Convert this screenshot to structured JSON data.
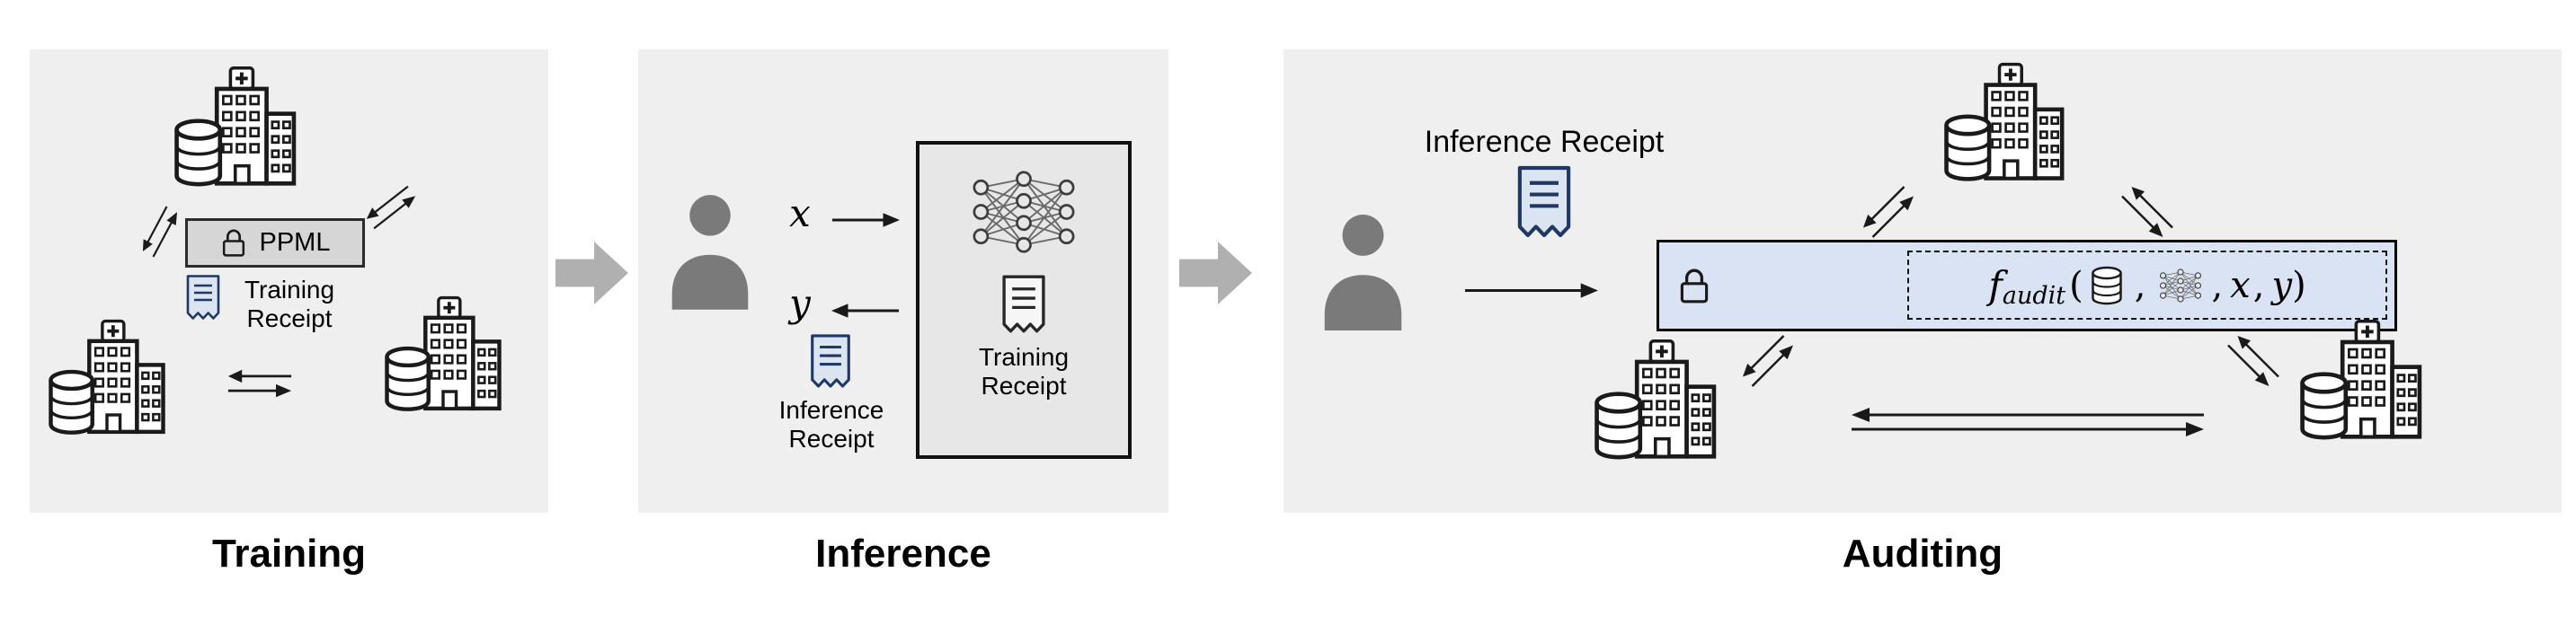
{
  "colors": {
    "panel_bg": "#efefef",
    "ppml_box_bg": "#d6d6d6",
    "model_box_bg": "#e7e7e7",
    "audit_box_bg": "#dae3f3",
    "receipt_fill": "#dbe5f1",
    "receipt_stroke": "#203864",
    "phase_arrow": "#b0b0b0",
    "person": "#7a7a7a"
  },
  "icons": {
    "hospital": "hospital-database-icon",
    "receipt": "receipt-icon",
    "person": "user-icon",
    "lock": "lock-icon",
    "neural_network": "neural-network-icon",
    "database": "database-icon",
    "exchange": "exchange-arrows-icon",
    "phase": "phase-arrow-icon"
  },
  "panels": {
    "training": {
      "label": "Training",
      "ppml_label": "PPML",
      "receipt_label": "Training\nReceipt"
    },
    "inference": {
      "label": "Inference",
      "input_var": "x",
      "output_var": "y",
      "model_receipt_label": "Training\nReceipt",
      "inference_receipt_label": "Inference\nReceipt"
    },
    "auditing": {
      "label": "Auditing",
      "receipt_title": "Inference Receipt",
      "formula": {
        "fname": "f",
        "fsub": "audit",
        "open": "(",
        "comma1": ",",
        "comma2": ",",
        "x": "x",
        "comma3": ",",
        "y": "y",
        "close": ")"
      }
    }
  }
}
